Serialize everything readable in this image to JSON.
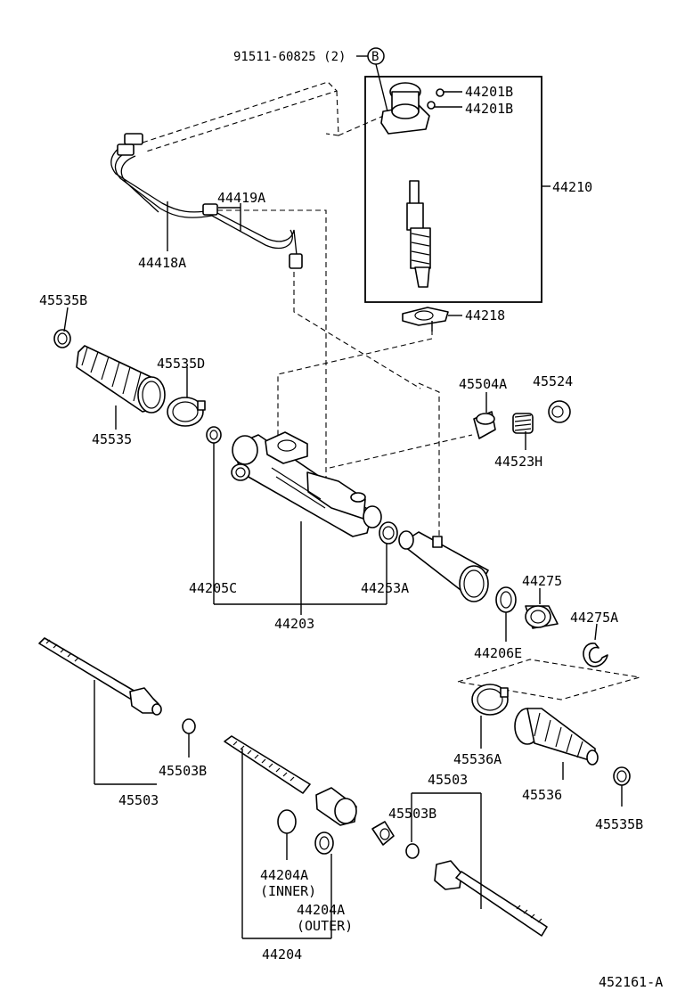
{
  "labels": {
    "bolt": "91511-60825 (2)",
    "circle_b": "B",
    "p44201b_1": "44201B",
    "p44201b_2": "44201B",
    "p44210": "44210",
    "p44419a": "44419A",
    "p44418a": "44418A",
    "p44218": "44218",
    "p45535b_top": "45535B",
    "p45535d": "45535D",
    "p45535": "45535",
    "p45504a": "45504A",
    "p45524": "45524",
    "p44523h": "44523H",
    "p44205c": "44205C",
    "p44253a": "44253A",
    "p44203": "44203",
    "p44275": "44275",
    "p44275a": "44275A",
    "p44206e": "44206E",
    "p45503b_left": "45503B",
    "p45503_left": "45503",
    "p45536a": "45536A",
    "p45503_right": "45503",
    "p45536": "45536",
    "p45503b_right": "45503B",
    "p45535b_bottom": "45535B",
    "p44204a_inner": "44204A",
    "inner_note": "(INNER)",
    "p44204a_outer": "44204A",
    "outer_note": "(OUTER)",
    "p44204": "44204",
    "diagram_code": "452161-A"
  },
  "icons": [
    "dust-boot-icon",
    "tie-rod-icon",
    "rack-housing-icon",
    "valve-assembly-icon",
    "clamp-icon",
    "rack-bar-icon"
  ]
}
